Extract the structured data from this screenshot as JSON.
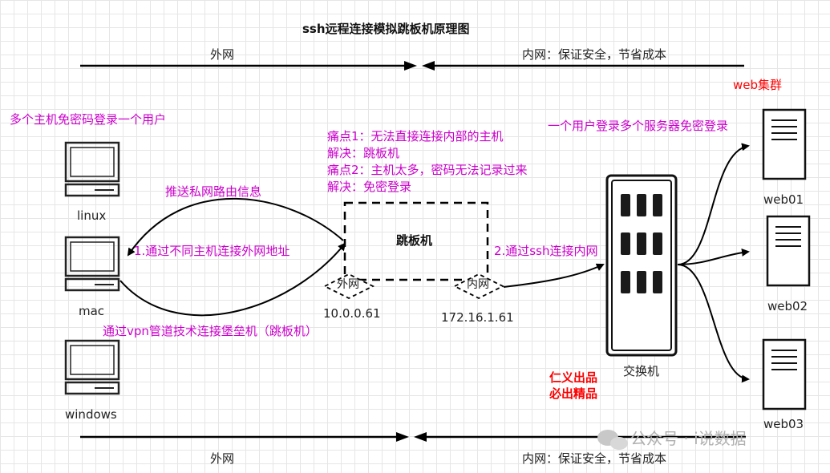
{
  "title": "ssh远程连接模拟跳板机原理图",
  "top_bar": {
    "left": "外网",
    "right": "内网：保证安全，节省成本"
  },
  "bottom_bar": {
    "left": "外网",
    "right": "内网：保证安全，节省成本"
  },
  "left_note": "多个主机免密码登录一个用户",
  "hosts": [
    "linux",
    "mac",
    "windows"
  ],
  "route_label": "推送私网路由信息",
  "arrow1_label": "1.通过不同主机连接外网地址",
  "vpn_label": "通过vpn管道技术连接堡垒机（跳板机）",
  "pain_points": [
    "痛点1：无法直接连接内部的主机",
    "解决：跳板机",
    "痛点2：主机太多，密码无法记录过来",
    "解决：免密登录"
  ],
  "jump_host": "跳板机",
  "outer_nic": {
    "label": "外网",
    "ip": "10.0.0.61"
  },
  "inner_nic": {
    "label": "内网",
    "ip": "172.16.1.61"
  },
  "arrow2_label": "2.通过ssh连接内网",
  "switch_label": "交换机",
  "web_cluster": "web集群",
  "right_note": "一个用户登录多个服务器免密登录",
  "servers": [
    "web01",
    "web02",
    "web03"
  ],
  "credit": [
    "仁义出品",
    "必出精品"
  ],
  "watermark": "公众号 · i说数据"
}
